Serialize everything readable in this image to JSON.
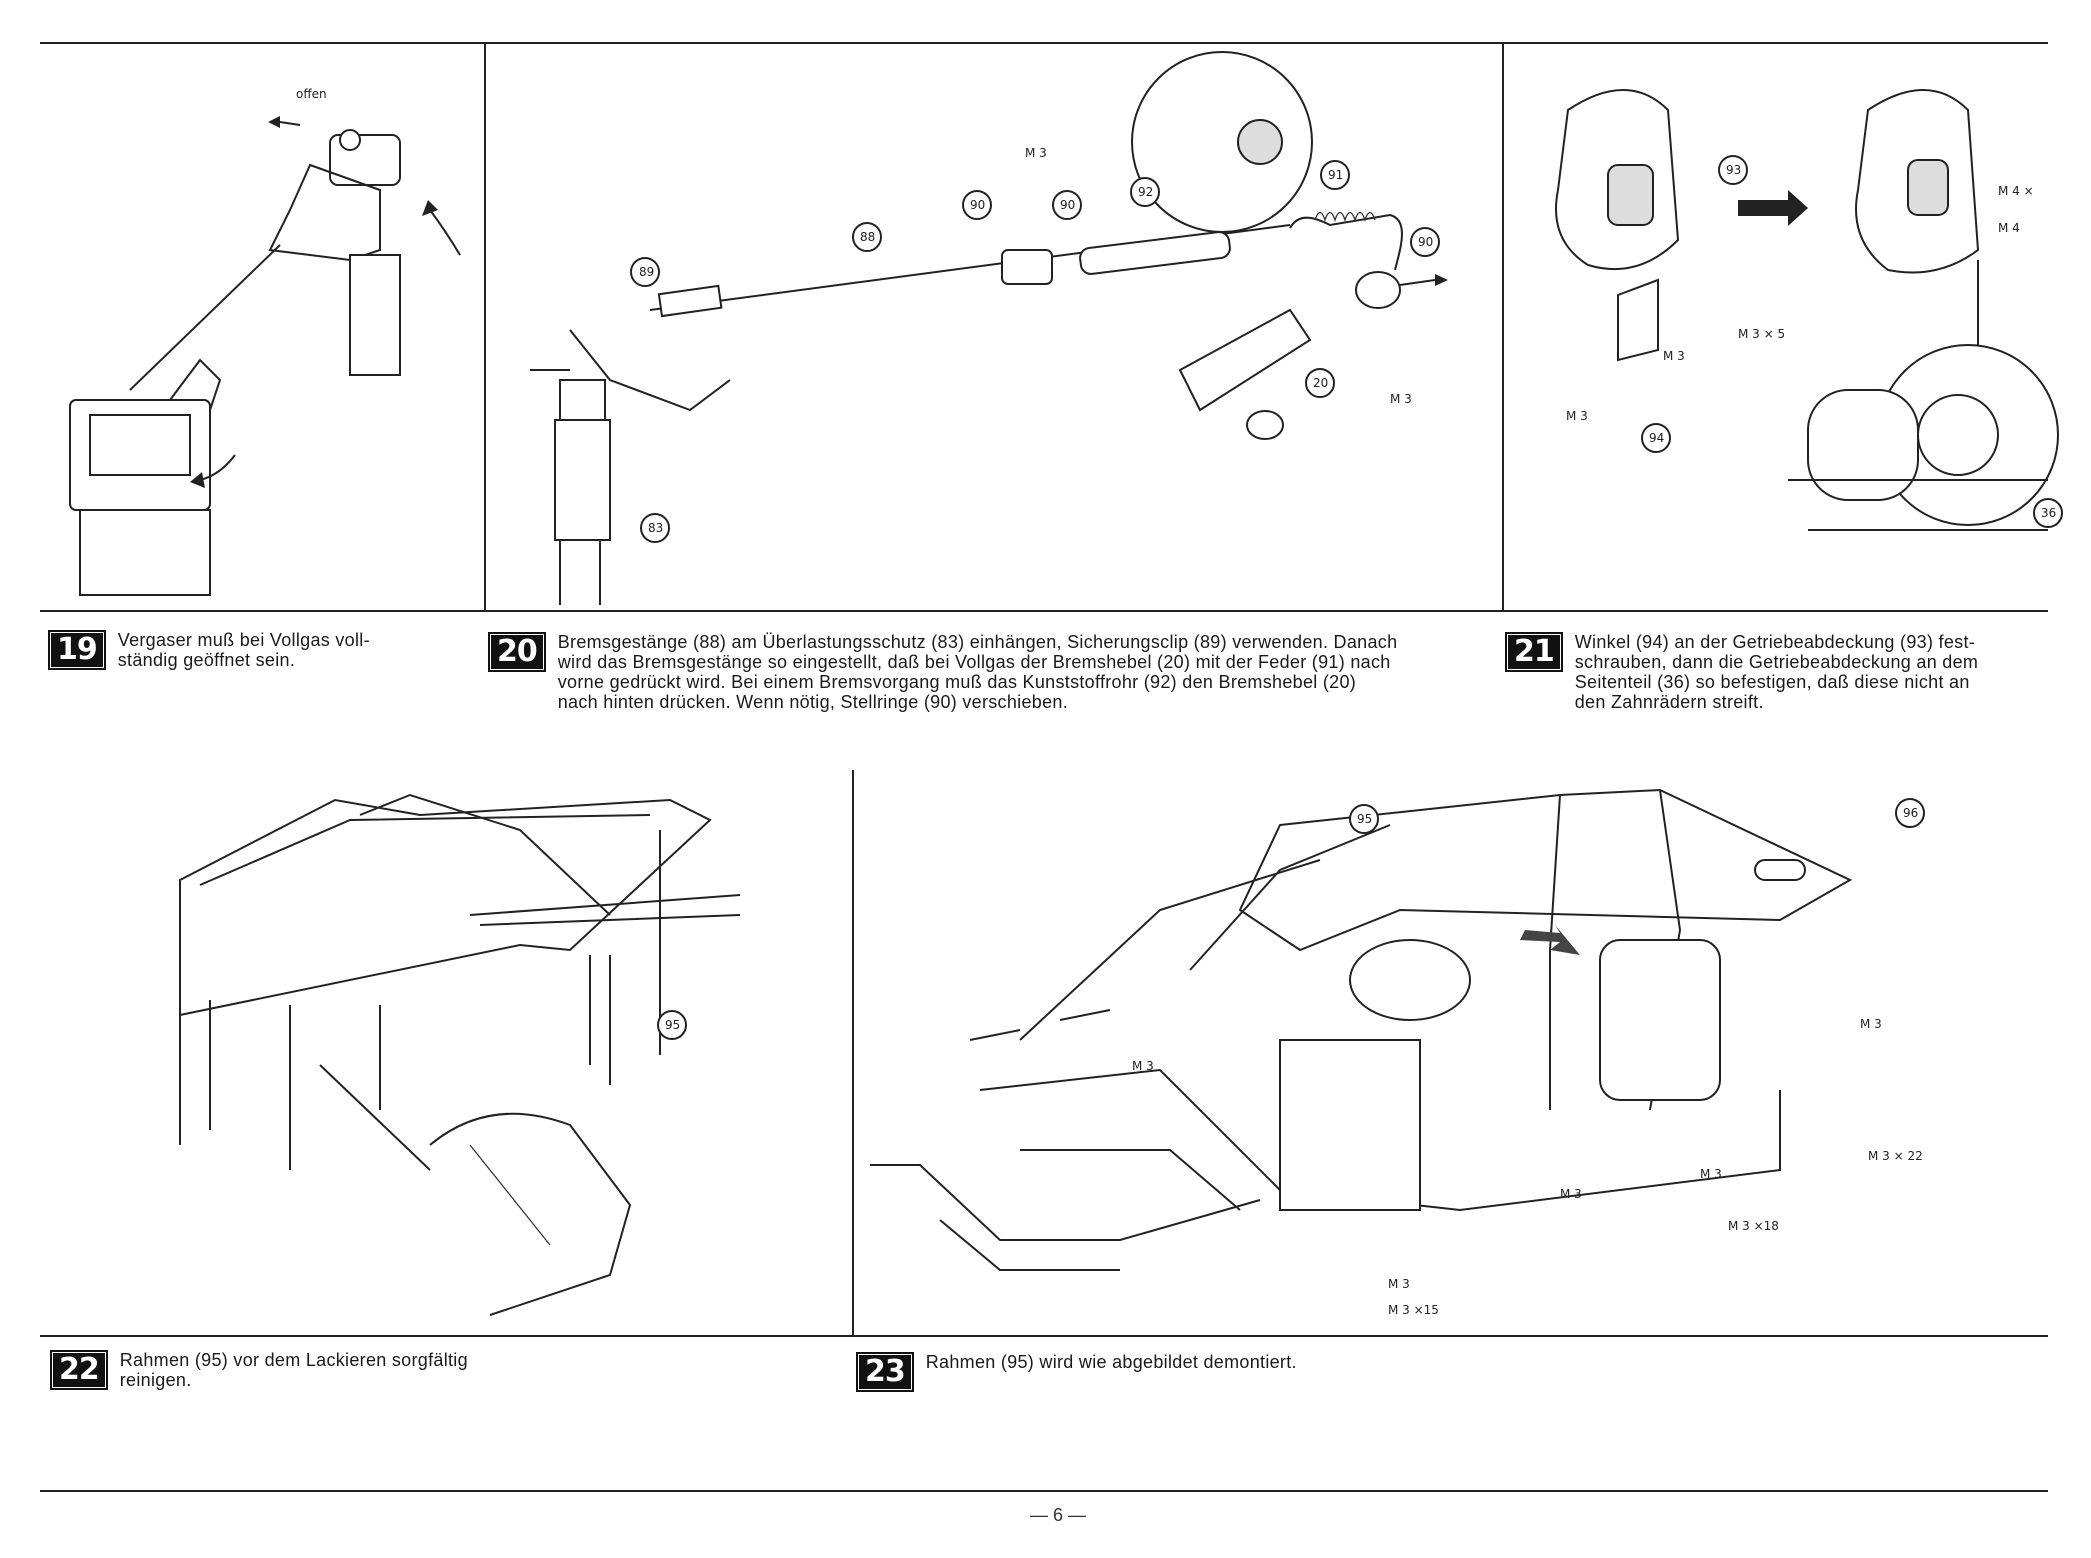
{
  "steps": [
    {
      "number": "19",
      "lines": [
        "Vergaser muß bei Vollgas voll-",
        "ständig geöffnet sein."
      ]
    },
    {
      "number": "20",
      "lines": [
        "Bremsgestänge (88) am Überlastungsschutz (83) einhängen, Sicherungsclip (89) verwenden. Danach",
        "wird das Bremsgestänge so eingestellt, daß bei Vollgas der Bremshebel (20) mit der Feder (91) nach",
        "vorne gedrückt wird. Bei einem Bremsvorgang muß das Kunststoffrohr (92) den Bremshebel (20)",
        "nach hinten drücken. Wenn nötig, Stellringe (90) verschieben."
      ]
    },
    {
      "number": "21",
      "lines": [
        "Winkel (94) an der Getriebeabdeckung (93) fest-",
        "schrauben, dann die Getriebeabdeckung an dem",
        "Seitenteil (36) so befestigen, daß diese nicht an",
        "den Zahnrädern streift."
      ]
    },
    {
      "number": "22",
      "lines": [
        "Rahmen (95) vor dem Lackieren sorgfältig",
        "reinigen."
      ]
    },
    {
      "number": "23",
      "lines": [
        "Rahmen (95) wird wie abgebildet demontiert."
      ]
    }
  ],
  "callouts": {
    "p19": {
      "offen": "offen"
    },
    "p20": {
      "c89": "89",
      "c88": "88",
      "c90a": "90",
      "c90b": "90",
      "c92": "92",
      "c91": "91",
      "c90c": "90",
      "c20": "20",
      "c83": "83",
      "m3a": "M 3",
      "m3b": "M 3"
    },
    "p21": {
      "c93": "93",
      "c94": "94",
      "c36": "36",
      "m3a": "M 3",
      "m3b": "M 3",
      "m3x5": "M 3 × 5",
      "m4x": "M 4 ×",
      "m4": "M 4"
    },
    "p22": {
      "c95": "95"
    },
    "p23": {
      "c95": "95",
      "c96": "96",
      "m3a": "M 3",
      "m3b": "M 3",
      "m3c": "M 3",
      "m3d": "M 3",
      "m3e": "M 3",
      "m3x22": "M 3 × 22",
      "m3x18": "M 3 ×18",
      "m3x15": "M 3 ×15"
    }
  },
  "page_number": "— 6 —"
}
